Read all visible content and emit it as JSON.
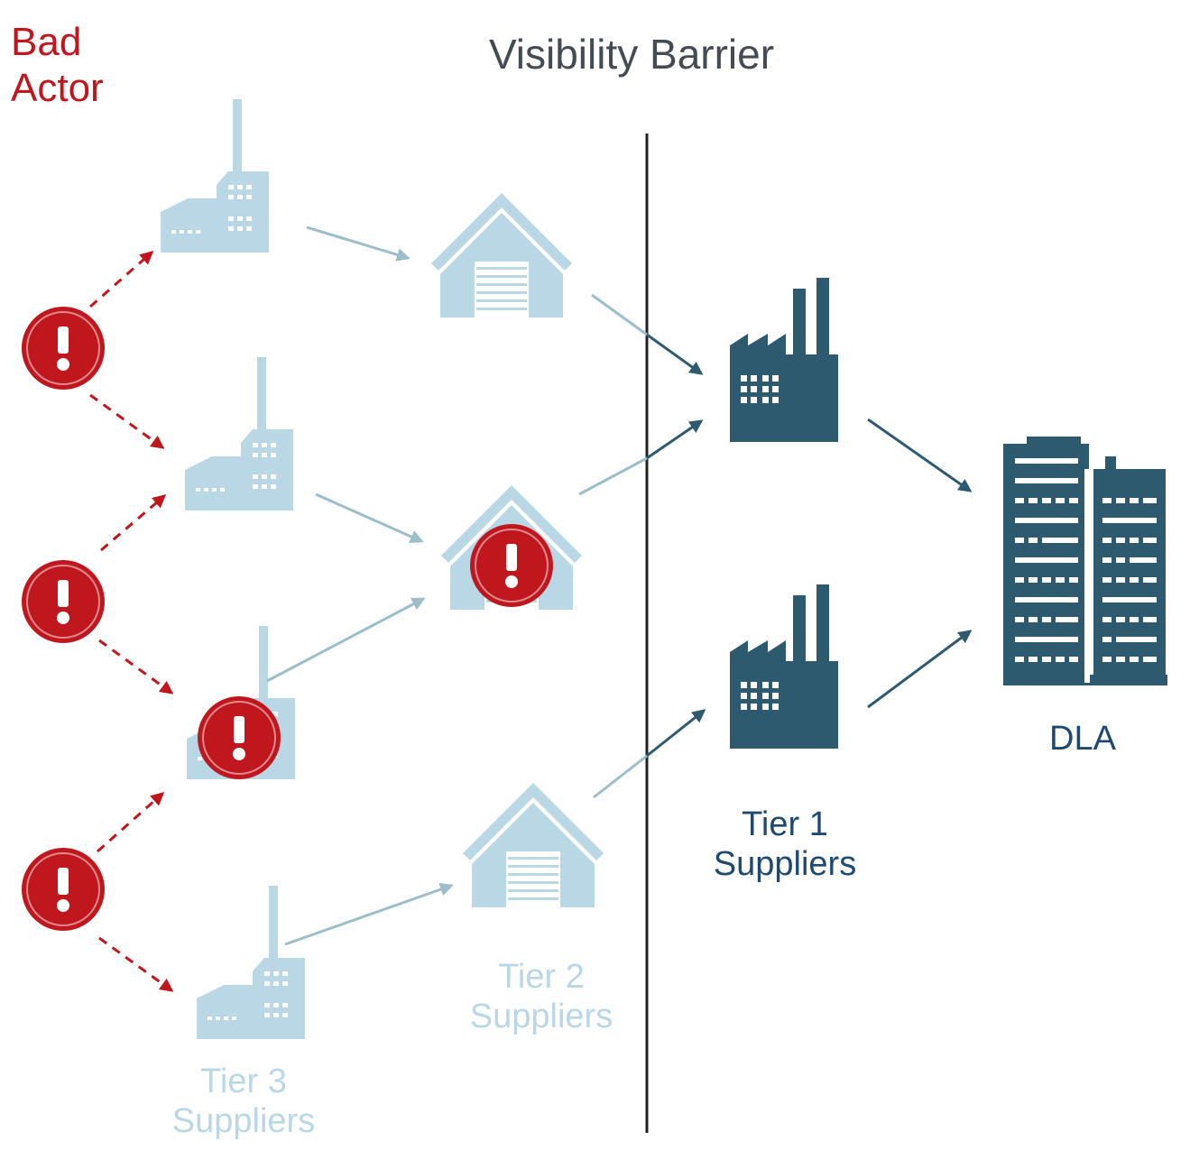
{
  "labels": {
    "bad_actor_line1": "Bad",
    "bad_actor_line2": "Actor",
    "visibility_barrier": "Visibility Barrier",
    "tier3_line1": "Tier 3",
    "tier3_line2": "Suppliers",
    "tier2_line1": "Tier 2",
    "tier2_line2": "Suppliers",
    "tier1_line1": "Tier 1",
    "tier1_line2": "Suppliers",
    "dla": "DLA"
  },
  "alert_glyph": "!",
  "colors": {
    "bad_actor_red": "#c0161d",
    "faded_blue": "#b9d7e4",
    "dark_blue": "#2e5a70",
    "label_dark_blue": "#1e4a72",
    "barrier_line": "#222222",
    "title_gray": "#444b52"
  },
  "icons": {
    "tier3": "factory-icon",
    "tier2": "warehouse-icon",
    "tier1": "factory-icon",
    "dla": "office-building-icon",
    "alert": "alert-icon"
  }
}
